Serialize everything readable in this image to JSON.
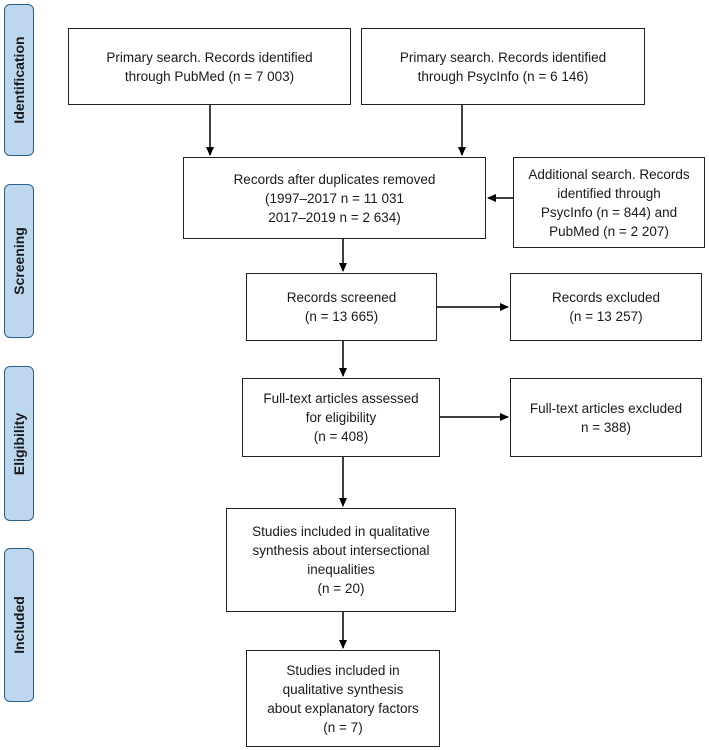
{
  "phases": {
    "identification": "Identification",
    "screening": "Screening",
    "eligibility": "Eligibility",
    "included": "Included"
  },
  "boxes": {
    "pubmed": "Primary search. Records identified\nthrough PubMed (n = 7 003)",
    "psycinfo": "Primary search. Records identified\nthrough PsycInfo (n = 6 146)",
    "duplicates_removed": "Records after duplicates removed\n(1997–2017 n = 11 031\n2017–2019 n = 2 634)",
    "additional_search": "Additional search. Records\nidentified through\nPsycInfo (n = 844) and\nPubMed (n = 2 207)",
    "screened": "Records screened\n(n = 13 665)",
    "excluded": "Records excluded\n(n = 13 257)",
    "fulltext_assessed": "Full-text articles assessed\nfor eligibility\n(n = 408)",
    "fulltext_excluded": "Full-text articles excluded\nn = 388)",
    "included_intersectional": "Studies included in qualitative\nsynthesis about intersectional\ninequalities\n(n = 20)",
    "included_explanatory": "Studies included in\nqualitative synthesis\nabout explanatory factors\n(n = 7)"
  }
}
